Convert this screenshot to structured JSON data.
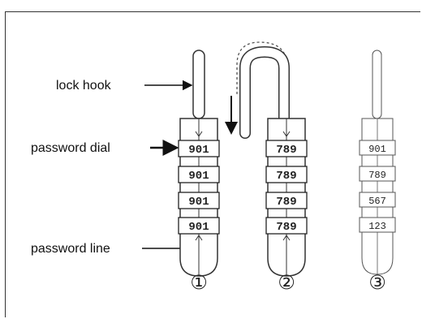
{
  "labels": {
    "lock_hook": "lock hook",
    "password_dial": "password dial",
    "password_line": "password line"
  },
  "steps": [
    "①",
    "②",
    "③"
  ],
  "locks": [
    {
      "dials": [
        "901",
        "901",
        "901",
        "901"
      ]
    },
    {
      "dials": [
        "789",
        "789",
        "789",
        "789"
      ]
    },
    {
      "dials": [
        "901",
        "789",
        "567",
        "123"
      ]
    }
  ]
}
